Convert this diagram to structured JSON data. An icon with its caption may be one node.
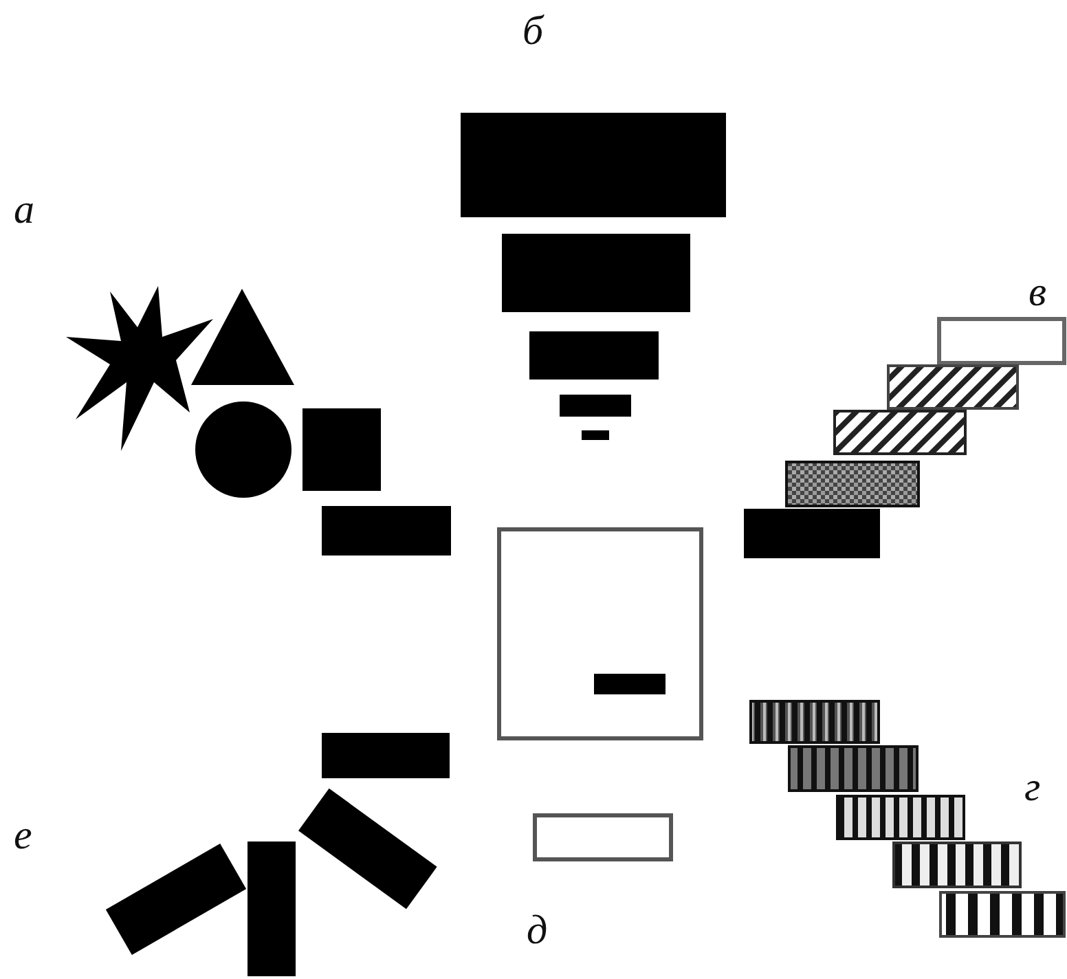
{
  "diagram": {
    "labels": [
      "б",
      "а",
      "в",
      "г",
      "е",
      "д"
    ]
  }
}
